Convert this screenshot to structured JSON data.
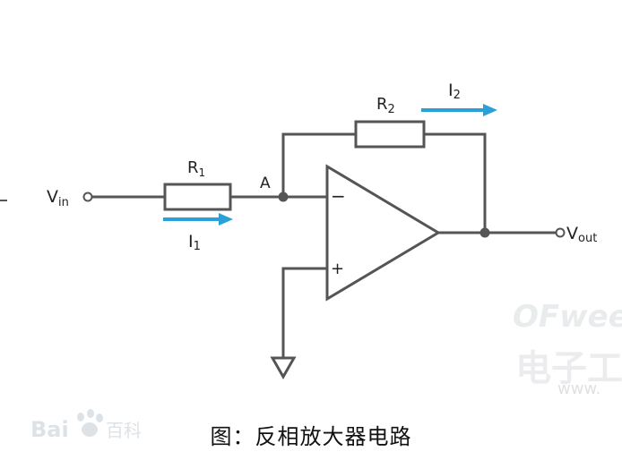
{
  "labels": {
    "vin_main": "V",
    "vin_sub": "in",
    "vout_main": "V",
    "vout_sub": "out",
    "r1_main": "R",
    "r1_sub": "1",
    "r2_main": "R",
    "r2_sub": "2",
    "i1_main": "I",
    "i1_sub": "1",
    "i2_main": "I",
    "i2_sub": "2",
    "node_a": "A",
    "minus": "−",
    "plus": "+"
  },
  "caption": "图：反相放大器电路",
  "watermarks": {
    "baidu_left": "Bai",
    "baidu_right": "百科",
    "ofweek": "OFweek",
    "site_chars": "电子工",
    "url": "www."
  },
  "colors": {
    "wire": "#555555",
    "arrow": "#2aa0d8"
  }
}
